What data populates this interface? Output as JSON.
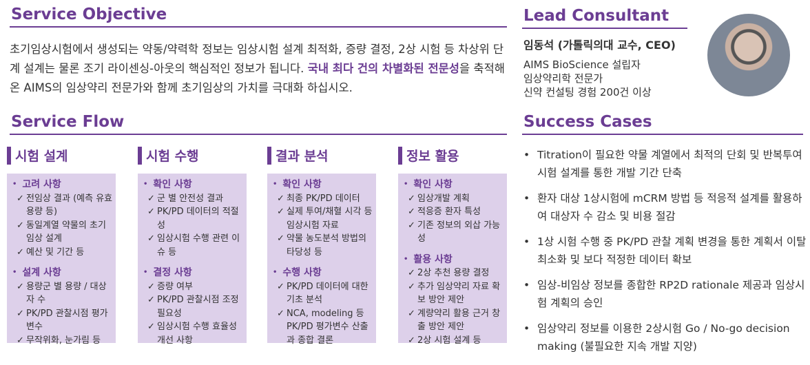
{
  "objective": {
    "title": "Service Objective",
    "text_before": "초기임상시험에서 생성되는 약동/약력학 정보는 임상시험 설계 최적화, 증량 결정, 2상 시험 등 차상위 단계 설계는 물론 조기 라이센싱-아웃의 핵심적인 정보가 됩니다. ",
    "highlight": "국내 최다 건의 차별화된 전문성",
    "text_after": "을 축적해 온 AIMS의 임상약리 전문가와 함께 초기임상의 가치를 극대화 하십시오."
  },
  "flow": {
    "title": "Service Flow",
    "columns": [
      {
        "title": "시험 설계",
        "sections": [
          {
            "heading": "고려 사항",
            "items": [
              "전임상 결과 (예측 유효 용량 등)",
              "동일계열 약물의 초기임상 설계",
              "예산 및 기간 등"
            ]
          },
          {
            "heading": "설계 사항",
            "items": [
              "용량군 별 용량 / 대상자 수",
              "PK/PD 관찰시점 평가변수",
              "무작위화, 눈가림 등"
            ]
          }
        ]
      },
      {
        "title": "시험 수행",
        "sections": [
          {
            "heading": "확인 사항",
            "items": [
              "군 별 안전성 결과",
              "PK/PD 데이터의 적절성",
              "임상시험 수행 관련 이슈 등"
            ]
          },
          {
            "heading": "결정 사항",
            "items": [
              "증량 여부",
              "PK/PD 관찰시점 조정 필요성",
              "임상시험 수행 효율성 개선 사항"
            ]
          }
        ]
      },
      {
        "title": "결과 분석",
        "sections": [
          {
            "heading": "확인 사항",
            "items": [
              "최종 PK/PD 데이터",
              "실제 투여/채혈 시각 등 임상시험 자료",
              "약물 농도분석 방법의 타당성 등"
            ]
          },
          {
            "heading": "수행 사항",
            "items": [
              "PK/PD 데이터에 대한 기초 분석",
              "NCA, modeling 등 PK/PD 평가변수 산출과 종합 결론"
            ]
          }
        ]
      },
      {
        "title": "정보 활용",
        "sections": [
          {
            "heading": "확인 사항",
            "items": [
              "임상개발 계획",
              "적응증 환자 특성",
              "기존 정보의 외삽 가능성"
            ]
          },
          {
            "heading": "활용 사항",
            "items": [
              "2상 추천 용량 결정",
              "추가 임상약리 자료 확보 방안 제안",
              "계량약리 활용 근거 창출 방안 제안",
              "2상 시험 설계 등"
            ]
          }
        ]
      }
    ]
  },
  "consultant": {
    "title": "Lead Consultant",
    "name": "임동석 (가톨릭의대 교수, CEO)",
    "lines": [
      "AIMS BioScience 설립자",
      "임상약리학 전문가",
      "신약 컨설팅 경험 200건 이상"
    ]
  },
  "cases": {
    "title": "Success Cases",
    "items": [
      "Titration이 필요한 약물 계열에서 최적의 단회 및 반복투여 시험 설계를 통한 개발 기간 단축",
      "환자 대상 1상시험에 mCRM 방법 등 적응적 설계를 활용하여 대상자 수 감소 및 비용 절감",
      "1상 시험 수행 중 PK/PD 관찰 계획 변경을 통한 계획서 이탈 최소화 및 보다 적정한 데이터 확보",
      "임상-비임상 정보를 종합한 RP2D rationale 제공과 임상시험 계획의 승인",
      "임상약리 정보를 이용한 2상시험 Go / No-go decision making (불필요한 지속 개발 지양)"
    ]
  },
  "colors": {
    "accent": "#6b3d93",
    "box": "#ddd0ea"
  }
}
